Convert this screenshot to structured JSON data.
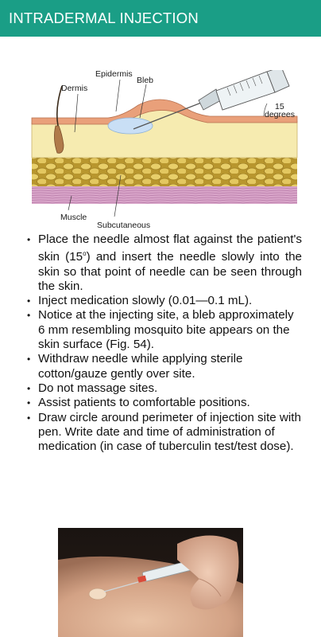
{
  "header": {
    "title": "INTRADERMAL INJECTION"
  },
  "diagram": {
    "labels": {
      "epidermis": "Epidermis",
      "dermis": "Dermis",
      "bleb": "Bleb",
      "angle_value": "15",
      "angle_unit": "degrees",
      "muscle": "Muscle",
      "subcutaneous": "Subcutaneous"
    }
  },
  "steps": {
    "s1_a": "Place the needle almost flat against the patient's skin (15",
    "s1_deg": "o",
    "s1_b": ") and insert the needle slowly into the skin so that point of needle can be seen through the skin.",
    "s2": "Inject medication slowly (0.01—0.1 mL).",
    "s3": "Notice at the injecting site, a bleb approximately 6 mm resembling mosquito bite appears on the skin surface (Fig. 54).",
    "s4": "Withdraw needle while applying sterile cotton/gauze gently over site.",
    "s5": "Do not massage sites.",
    "s6": "Assist patients to comfortable positions.",
    "s7": "Draw circle around perimeter of injection site with pen. Write date and time of administration of medication (in case of tuberculin test/test dose)."
  }
}
